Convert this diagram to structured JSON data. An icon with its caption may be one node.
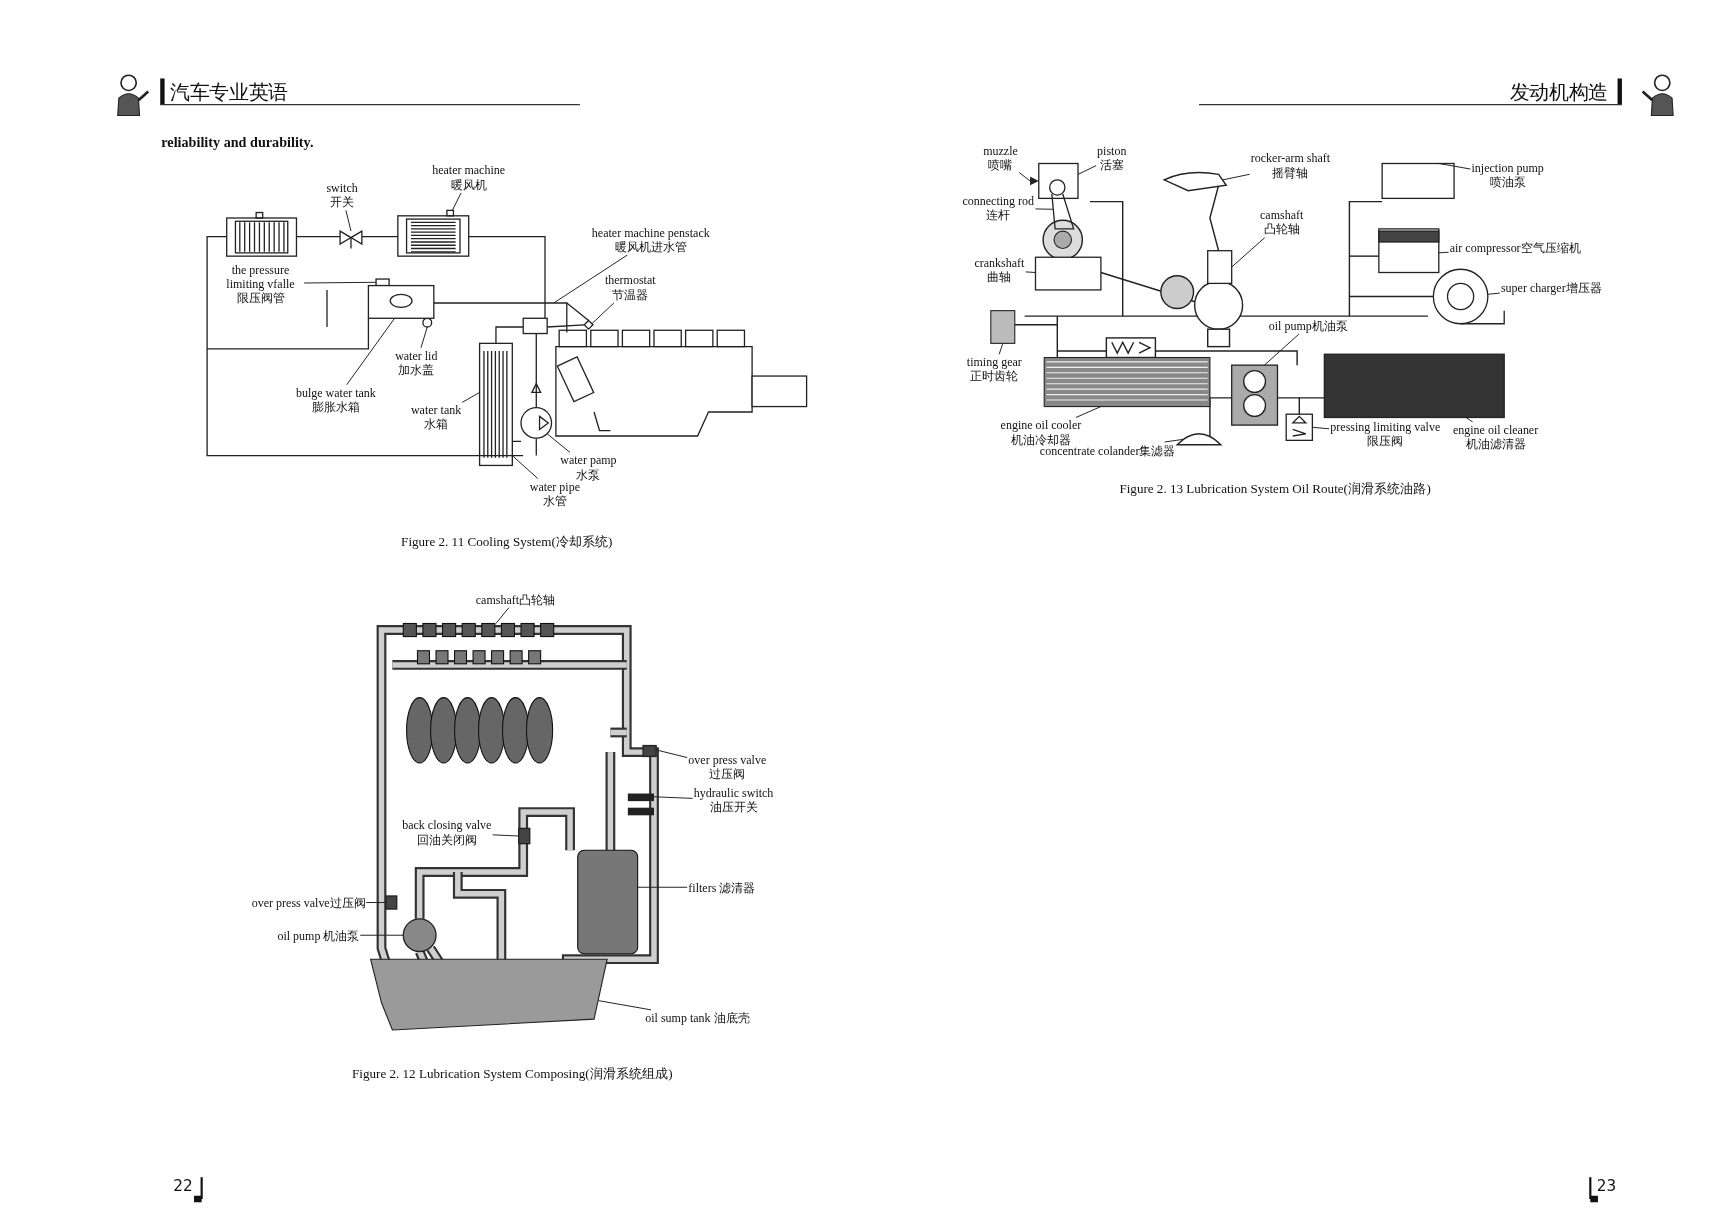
{
  "diagram": {
    "nodes": [
      {
        "text": [
          "heater machine",
          "暖风机"
        ]
      },
      {
        "text": [
          "switch",
          "开关"
        ]
      },
      {
        "text": [
          "the pressure limiting vfalle",
          "限压阀管"
        ]
      },
      {
        "text": [
          "heater machine penstack",
          "暖风机进水管"
        ]
      },
      {
        "text": [
          "thermostat",
          "节温器"
        ]
      },
      {
        "text": [
          "water lid",
          "加水盖"
        ]
      },
      {
        "text": [
          "bulge water tank",
          "膨胀水箱"
        ]
      },
      {
        "text": [
          "water tank",
          "水箱"
        ]
      },
      {
        "text": [
          "water pamp",
          "水泵"
        ]
      },
      {
        "text": [
          "water pipe",
          "水管"
        ]
      },
      {
        "text": [
          "camshaft凸轮轴"
        ]
      },
      {
        "text": [
          "over press valve",
          "过压阀"
        ]
      },
      {
        "text": [
          "hydraulic switch",
          "油压开关"
        ]
      },
      {
        "text": [
          "back closing valve",
          "回油关闭阀"
        ]
      },
      {
        "text": [
          "filters 滤清器"
        ]
      },
      {
        "text": [
          "over press valve过压阀"
        ]
      },
      {
        "text": [
          "oil pump 机油泵"
        ]
      },
      {
        "text": [
          "oil sump tank 油底壳"
        ]
      },
      {
        "text": [
          "muzzle",
          "喷嘴"
        ]
      },
      {
        "text": [
          "piston",
          "活塞"
        ]
      },
      {
        "text": [
          "rocker-arm shaft",
          "摇臂轴"
        ]
      },
      {
        "text": [
          "injection pump",
          "喷油泵"
        ]
      },
      {
        "text": [
          "connecting rod",
          "连杆"
        ]
      },
      {
        "text": [
          "camshaft",
          "凸轮轴"
        ]
      },
      {
        "text": [
          "air compressor空气压缩机"
        ]
      },
      {
        "text": [
          "crankshaft",
          "曲轴"
        ]
      },
      {
        "text": [
          "super charger增压器"
        ]
      },
      {
        "text": [
          "oil pump机油泵"
        ]
      },
      {
        "text": [
          "timing gear",
          "正时齿轮"
        ]
      },
      {
        "text": [
          "engine oil cooler",
          "机油冷却器"
        ]
      },
      {
        "text": [
          "engine oil cleaner",
          "机油滤清器"
        ]
      },
      {
        "text": [
          "pressing limiting valve",
          "限压阀"
        ]
      },
      {
        "text": [
          "concentrate colander集滤器"
        ]
      },
      {
        "text": [],
        "shape": "picture"
      },
      {
        "text": [],
        "shape": "picture"
      },
      {
        "text": [],
        "shape": "box"
      },
      {
        "text": [],
        "shape": "picture"
      },
      {
        "text": [],
        "shape": "picture"
      },
      {
        "text": [],
        "shape": "circle"
      },
      {
        "text": [],
        "shape": "picture"
      },
      {
        "text": [],
        "shape": "picture"
      },
      {
        "text": [],
        "shape": "picture"
      },
      {
        "text": [],
        "shape": "picture"
      },
      {
        "text": [],
        "shape": "picture"
      },
      {
        "text": [],
        "shape": "box"
      },
      {
        "text": [],
        "shape": "picture"
      },
      {
        "text": [],
        "shape": "box"
      },
      {
        "text": [],
        "shape": "picture"
      },
      {
        "text": [],
        "shape": "box"
      },
      {
        "text": [],
        "shape": "circle"
      },
      {
        "text": [],
        "shape": "picture"
      },
      {
        "text": [],
        "shape": "picture"
      },
      {
        "text": [],
        "shape": "picture"
      },
      {
        "text": [],
        "shape": "picture"
      },
      {
        "text": [],
        "shape": "box"
      },
      {
        "text": [],
        "shape": "picture"
      },
      {
        "text": [],
        "shape": "box"
      },
      {
        "text": [],
        "shape": "picture"
      },
      {
        "text": [],
        "shape": "box"
      },
      {
        "text": [],
        "shape": "picture"
      },
      {
        "text": [],
        "shape": "picture"
      },
      {
        "text": [],
        "shape": "picture"
      },
      {
        "text": [],
        "shape": "picture"
      },
      {
        "text": [],
        "shape": "box"
      },
      {
        "text": [],
        "shape": "picture"
      },
      {
        "text": [],
        "shape": "picture"
      }
    ],
    "edges": [
      {
        "from": 0,
        "to": 33,
        "arrow": "none"
      },
      {
        "from": 1,
        "to": 34,
        "arrow": "none"
      },
      {
        "from": 2,
        "to": 35,
        "arrow": "none"
      },
      {
        "from": 3,
        "to": 36,
        "arrow": "none"
      },
      {
        "from": 4,
        "to": 37,
        "arrow": "none"
      },
      {
        "from": 5,
        "to": 38,
        "arrow": "none"
      },
      {
        "from": 6,
        "to": 39,
        "arrow": "none"
      },
      {
        "from": 7,
        "to": 40,
        "arrow": "none"
      },
      {
        "from": 8,
        "to": 41,
        "arrow": "none"
      },
      {
        "from": 9,
        "to": 42,
        "arrow": "none"
      },
      {
        "from": 10,
        "to": 43,
        "arrow": "none"
      },
      {
        "from": 11,
        "to": 44,
        "arrow": "none"
      },
      {
        "from": 12,
        "to": 45,
        "arrow": "none"
      },
      {
        "from": 13,
        "to": 46,
        "arrow": "none"
      },
      {
        "from": 14,
        "to": 47,
        "arrow": "none"
      },
      {
        "from": 15,
        "to": 48,
        "arrow": "none"
      },
      {
        "from": 16,
        "to": 49,
        "arrow": "none"
      },
      {
        "from": 17,
        "to": 50,
        "arrow": "none"
      },
      {
        "from": 18,
        "to": 51,
        "arrow": "none"
      },
      {
        "from": 19,
        "to": 52,
        "arrow": "none"
      },
      {
        "from": 20,
        "to": 53,
        "arrow": "none"
      },
      {
        "from": 21,
        "to": 54,
        "arrow": "none"
      },
      {
        "from": 22,
        "to": 55,
        "arrow": "none"
      },
      {
        "from": 23,
        "to": 56,
        "arrow": "none"
      },
      {
        "from": 24,
        "to": 57,
        "arrow": "none"
      },
      {
        "from": 25,
        "to": 58,
        "arrow": "none"
      },
      {
        "from": 26,
        "to": 59,
        "arrow": "none"
      },
      {
        "from": 27,
        "to": 60,
        "arrow": "none"
      },
      {
        "from": 28,
        "to": 61,
        "arrow": "none"
      },
      {
        "from": 29,
        "to": 62,
        "arrow": "none"
      },
      {
        "from": 30,
        "to": 63,
        "arrow": "none"
      },
      {
        "from": 31,
        "to": 64,
        "arrow": "none"
      },
      {
        "from": 32,
        "to": 65,
        "arrow": "none"
      }
    ],
    "labels": [
      "汽车专业英语",
      "reliability and durability.",
      "Figure 2. 11 Cooling System(冷却系统)",
      "Figure 2. 12 Lubrication System Composing(润滑系统组成)",
      "22",
      "发动机构造",
      "Figure 2. 13 Lubrication System Oil Route(润滑系统油路)",
      "23"
    ]
  }
}
